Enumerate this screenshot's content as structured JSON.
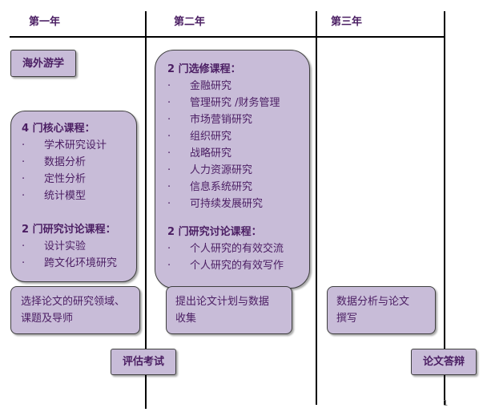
{
  "headers": [
    "第一年",
    "第二年",
    "第三年"
  ],
  "study_abroad": "海外游学",
  "year1_box": {
    "core_title": "4 门核心课程：",
    "core_items": [
      "学术研究设计",
      "数据分析",
      "定性分析",
      "统计模型"
    ],
    "seminar_title": "2 门研究讨论课程：",
    "seminar_items": [
      "设计实验",
      "跨文化环境研究"
    ]
  },
  "year2_box": {
    "elective_title": "2 门选修课程：",
    "elective_items": [
      "金融研究",
      "管理研究 /财务管理",
      "市场营销研究",
      "组织研究",
      "战略研究",
      "人力资源研究",
      "信息系统研究",
      "可持续发展研究"
    ],
    "seminar_title": "2 门研究讨论课程：",
    "seminar_items": [
      "个人研究的有效交流",
      "个人研究的有效写作"
    ]
  },
  "bullet": "·",
  "task1": [
    "选择论文的研究领域、",
    "课题及导师"
  ],
  "task2": [
    "提出论文计划与数据",
    "收集"
  ],
  "task3": [
    "数据分析与论文",
    "撰写"
  ],
  "exam": "评估考试",
  "defense": "论文答辩",
  "page_number": "1"
}
